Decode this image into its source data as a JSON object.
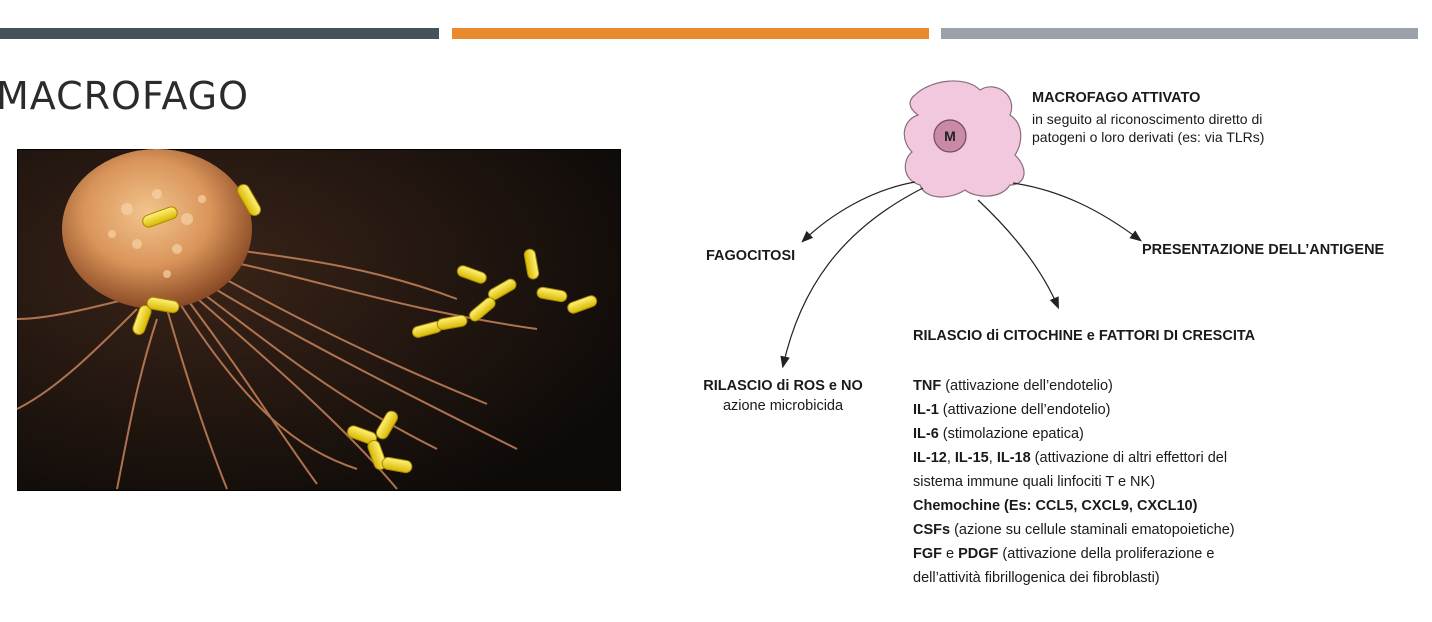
{
  "header": {
    "title": "MACROFAGO",
    "bar_colors": [
      "#46525a",
      "#ea8a2e",
      "#9aa1a8"
    ]
  },
  "photo": {
    "description_icon": "macrophage-micrograph"
  },
  "diagram": {
    "cell_label": "M",
    "activated": {
      "title": "MACROFAGO ATTIVATO",
      "line1": "in seguito al riconoscimento diretto di",
      "line2": "patogeni o loro derivati (es: via TLRs)"
    },
    "fagocitosi": "FAGOCITOSI",
    "presentazione": "PRESENTAZIONE DELL’ANTIGENE",
    "ros": {
      "title": "RILASCIO di ROS e NO",
      "sub": "azione microbicida"
    },
    "rilascio_title": "RILASCIO di CITOCHINE e FATTORI DI CRESCITA",
    "list": {
      "tnf_b": "TNF",
      "tnf_t": " (attivazione dell’endotelio)",
      "il1_b": "IL-1",
      "il1_t": " (attivazione dell’endotelio)",
      "il6_b": "IL-6",
      "il6_t": " (stimolazione epatica)",
      "il12_b": "IL-12",
      "il12_sep1": ", ",
      "il15_b": "IL-15",
      "il12_sep2": ", ",
      "il18_b": "IL-18",
      "il12_t": " (attivazione di altri effettori del",
      "il12_t2": "sistema immune quali linfociti T e NK)",
      "chemo_b": "Chemochine (Es: CCL5, CXCL9, CXCL10)",
      "csf_b": "CSFs",
      "csf_t": " (azione su cellule staminali ematopoietiche)",
      "fgf_b": "FGF",
      "fgf_mid": " e ",
      "pdgf_b": "PDGF",
      "fgf_t": " (attivazione della proliferazione e",
      "fgf_t2": "dell’attività fibrillogenica dei fibroblasti)"
    }
  }
}
